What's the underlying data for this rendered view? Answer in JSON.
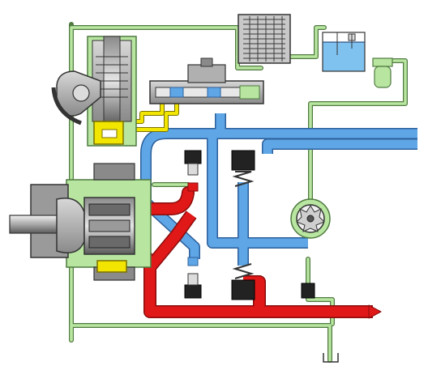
{
  "diagram": {
    "colors": {
      "background": "#ffffff",
      "case_drain_line": "#b8e6a0",
      "case_drain_outline": "#4f7a40",
      "supply_line": "#5ea6e6",
      "supply_outline": "#2d5f9a",
      "pressure_line": "#e01818",
      "pressure_outline": "#8a0b0b",
      "control_line": "#f2e600",
      "control_outline": "#7a7000",
      "housing": "#bdbdbd",
      "housing_dark": "#5a5a5a",
      "reservoir_fill": "#7fc2f0"
    },
    "components": [
      {
        "id": "reservoir",
        "icon": "reservoir-icon"
      },
      {
        "id": "oil_cooler",
        "icon": "cooler-icon"
      },
      {
        "id": "charge_filter",
        "icon": "filter-icon"
      },
      {
        "id": "servo_control",
        "icon": "servo-icon"
      },
      {
        "id": "displacement_control_valve",
        "icon": "control-valve-icon"
      },
      {
        "id": "axial_piston_pump",
        "icon": "pump-icon"
      },
      {
        "id": "charge_pump",
        "icon": "gear-pump-icon"
      },
      {
        "id": "check_valves",
        "icon": "check-valve-icon"
      },
      {
        "id": "relief_valves",
        "icon": "relief-valve-icon"
      },
      {
        "id": "drain_to_tank",
        "icon": "tank-drain-icon"
      }
    ]
  }
}
